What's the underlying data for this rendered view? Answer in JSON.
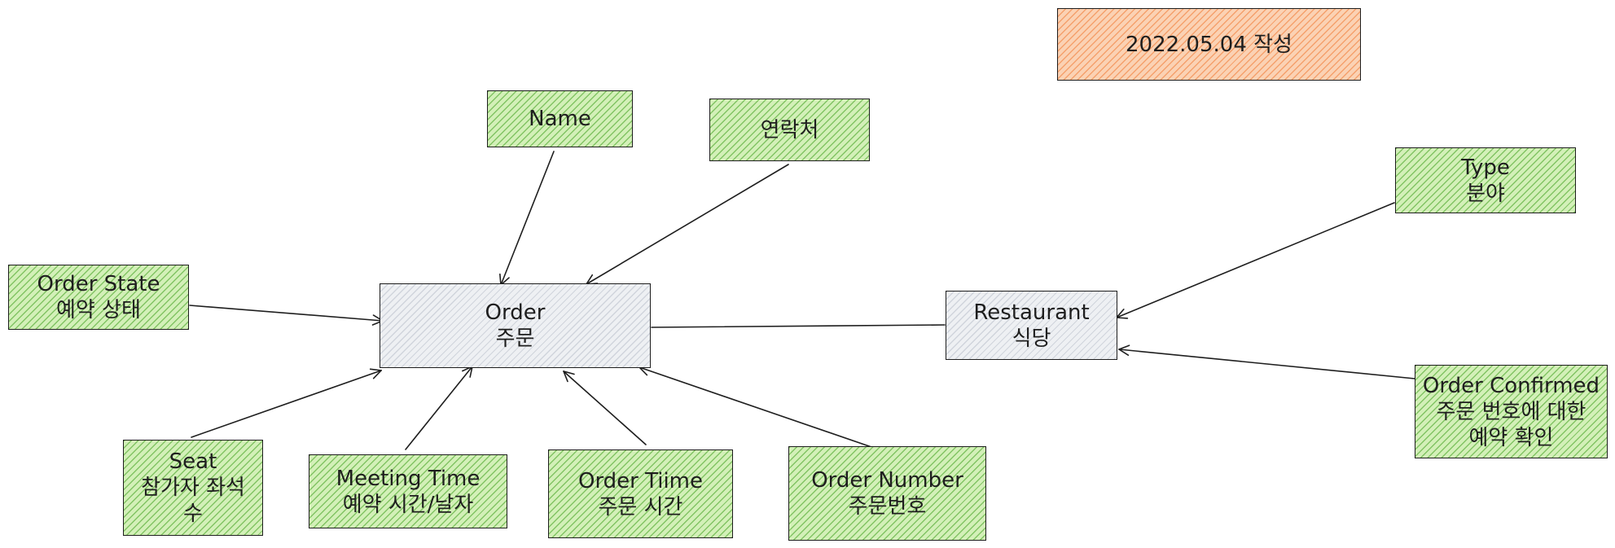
{
  "date_note": "2022.05.04 작성",
  "nodes": {
    "order": {
      "line1": "Order",
      "line2": "주문"
    },
    "restaurant": {
      "line1": "Restaurant",
      "line2": "식당"
    },
    "name": {
      "line1": "Name"
    },
    "contact": {
      "line1": "연락처"
    },
    "order_state": {
      "line1": "Order State",
      "line2": "예약 상태"
    },
    "seat": {
      "line1": "Seat",
      "line2": "참가자 좌석",
      "line3": "수"
    },
    "meeting_time": {
      "line1": "Meeting Time",
      "line2": "예약 시간/날자"
    },
    "order_time": {
      "line1": "Order Tiime",
      "line2": "주문 시간"
    },
    "order_number": {
      "line1": "Order Number",
      "line2": "주문번호"
    },
    "type": {
      "line1": "Type",
      "line2": "분야"
    },
    "order_confirmed": {
      "line1": "Order Confirmed",
      "line2": "주문 번호에 대한",
      "line3": "예약 확인"
    }
  },
  "edges": [
    {
      "from": "name",
      "to": "order",
      "arrow": true
    },
    {
      "from": "contact",
      "to": "order",
      "arrow": true
    },
    {
      "from": "order_state",
      "to": "order",
      "arrow": true
    },
    {
      "from": "seat",
      "to": "order",
      "arrow": true
    },
    {
      "from": "meeting_time",
      "to": "order",
      "arrow": true
    },
    {
      "from": "order_time",
      "to": "order",
      "arrow": true
    },
    {
      "from": "order_number",
      "to": "order",
      "arrow": true
    },
    {
      "from": "order",
      "to": "restaurant",
      "arrow": false
    },
    {
      "from": "type",
      "to": "restaurant",
      "arrow": true
    },
    {
      "from": "order_confirmed",
      "to": "restaurant",
      "arrow": true
    }
  ],
  "colors": {
    "attribute_fill": "#d3f0b8",
    "entity_fill": "#eef0f3",
    "note_fill": "#fbd2b4",
    "stroke": "#1e1e1e"
  }
}
